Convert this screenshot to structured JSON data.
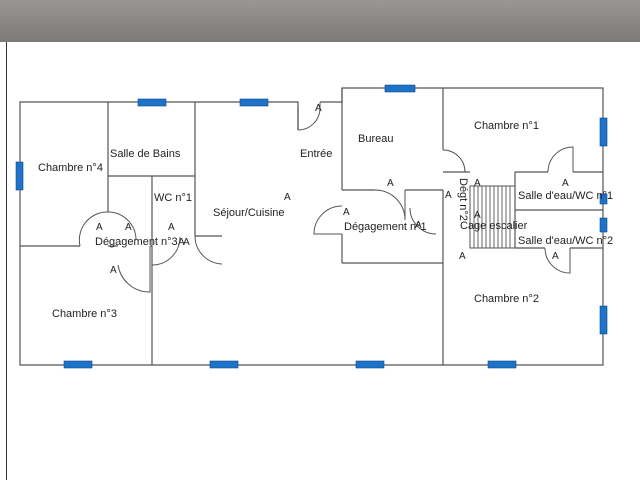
{
  "rooms": {
    "chambre4": "Chambre n°4",
    "salle_bains": "Salle de Bains",
    "wc1": "WC n°1",
    "degagement3": "Dégagement n°3",
    "sejour": "Séjour/Cuisine",
    "entree": "Entrée",
    "bureau": "Bureau",
    "degagement1": "Dégagement n°1",
    "chambre1": "Chambre n°1",
    "degt2": "Dégt n°2",
    "salle_eau1": "Salle d'eau/WC n°1",
    "cage_escalier": "Cage escalier",
    "salle_eau2": "Salle d'eau/WC n°2",
    "chambre3": "Chambre n°3",
    "chambre2": "Chambre n°2"
  },
  "door_label": "A",
  "colors": {
    "window": "#1e73c8",
    "wall": "#555555",
    "top_bar": "#8a8686"
  }
}
